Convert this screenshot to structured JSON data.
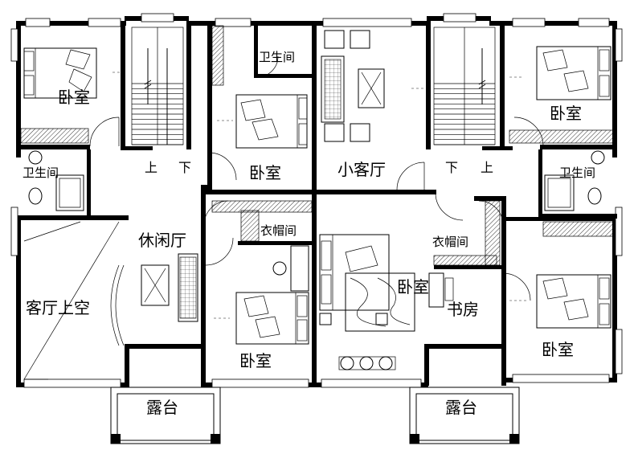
{
  "rooms": {
    "bedroom_nw": "卧室",
    "bath_nw": "卫生间",
    "bedroom_n_center": "卧室",
    "bath_n_center": "卫生间",
    "small_living": "小客厅",
    "bedroom_ne": "卧室",
    "bath_ne": "卫生间",
    "leisure_hall": "休闲厅",
    "living_void": "客厅上空",
    "closet_left": "衣帽间",
    "bedroom_s_center": "卧室",
    "closet_right": "衣帽间",
    "bedroom_master": "卧室",
    "study": "书房",
    "bedroom_se": "卧室",
    "terrace_left": "露台",
    "terrace_right": "露台"
  },
  "stairs": {
    "left_up": "上",
    "left_down": "下",
    "right_down": "下",
    "right_up": "上"
  }
}
